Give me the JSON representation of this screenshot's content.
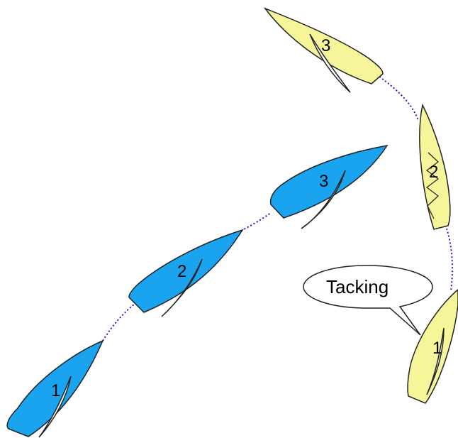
{
  "colors": {
    "blue_hull": "#1aa3ef",
    "yellow_hull": "#f7f59a",
    "outline": "#222222",
    "path": "#1b1bd6",
    "sail": "#ffffff"
  },
  "boats": {
    "blue": [
      {
        "label": "1"
      },
      {
        "label": "2"
      },
      {
        "label": "3"
      }
    ],
    "yellow": [
      {
        "label": "1"
      },
      {
        "label": "2"
      },
      {
        "label": "3"
      }
    ]
  },
  "callout": {
    "text": "Tacking"
  }
}
